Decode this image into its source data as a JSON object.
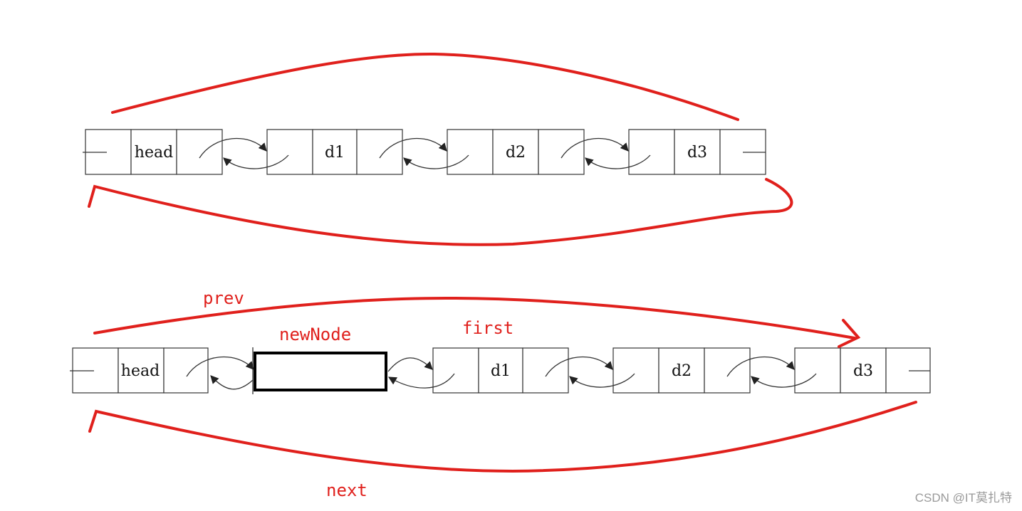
{
  "colors": {
    "annotation": "#e0201c",
    "line": "#333333"
  },
  "top_list": {
    "nodes": [
      {
        "id": "head",
        "label": "head"
      },
      {
        "id": "d1",
        "label": "d1"
      },
      {
        "id": "d2",
        "label": "d2"
      },
      {
        "id": "d3",
        "label": "d3"
      }
    ]
  },
  "bottom_list": {
    "nodes": [
      {
        "id": "head",
        "label": "head"
      },
      {
        "id": "newNode",
        "label": ""
      },
      {
        "id": "d1",
        "label": "d1"
      },
      {
        "id": "d2",
        "label": "d2"
      },
      {
        "id": "d3",
        "label": "d3"
      }
    ],
    "annotations": {
      "prev": "prev",
      "new_node": "newNode",
      "first": "first",
      "next": "next"
    }
  },
  "watermark": "CSDN @IT莫扎特"
}
